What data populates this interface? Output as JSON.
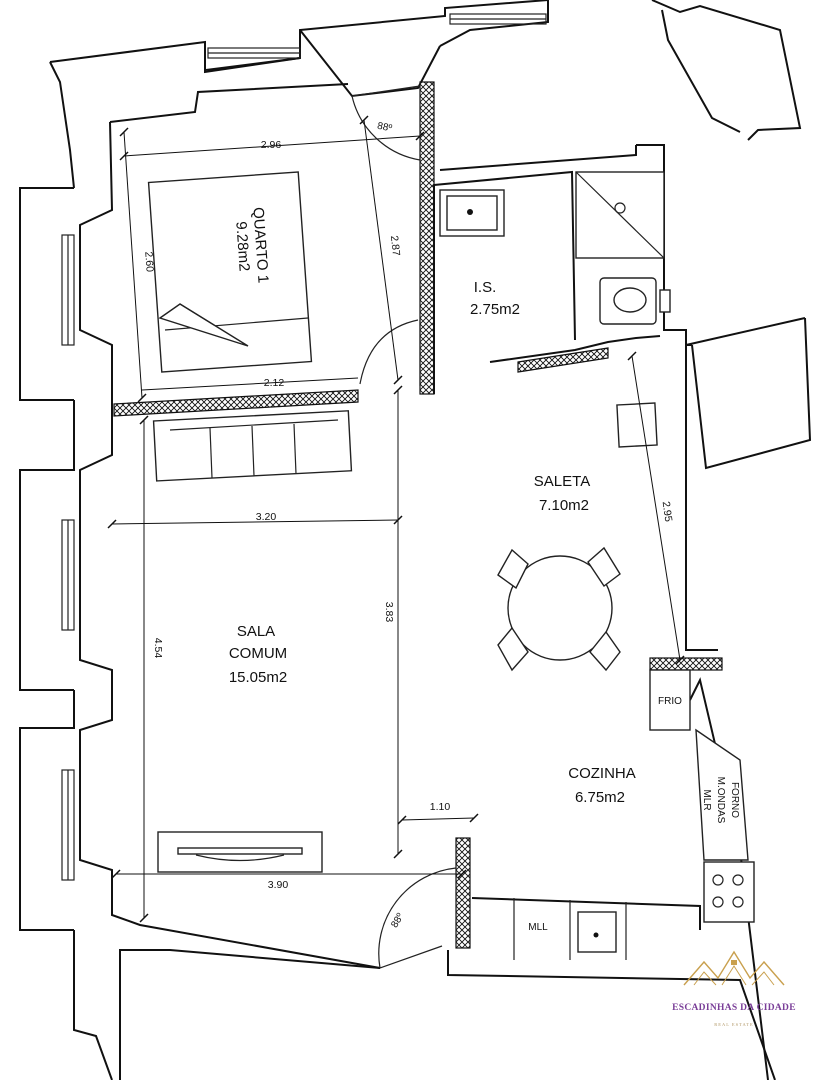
{
  "rooms": {
    "quarto1": {
      "name": "QUARTO 1",
      "area": "9.28m2"
    },
    "is": {
      "name": "I.S.",
      "area": "2.75m2"
    },
    "saleta": {
      "name": "SALETA",
      "area": "7.10m2"
    },
    "sala": {
      "line1": "SALA",
      "line2": "COMUM",
      "area": "15.05m2"
    },
    "cozinha": {
      "name": "COZINHA",
      "area": "6.75m2"
    }
  },
  "dimensions": {
    "d_296": "2.96",
    "d_287": "2.87",
    "d_260": "2.60",
    "d_212": "2.12",
    "d_320": "3.20",
    "d_383": "3.83",
    "d_454": "4.54",
    "d_295": "2.95",
    "d_110": "1.10",
    "d_390": "3.90"
  },
  "door_angles": {
    "top": "88º",
    "bottom": "88º"
  },
  "appliances": {
    "frio": "FRIO",
    "forno": "FORNO",
    "m_ondas": "M.ONDAS",
    "mlr": "MLR",
    "mll": "MLL"
  },
  "brand": {
    "name": "ESCADINHAS DA CIDADE",
    "tagline": "REAL ESTATE",
    "gold": "#c9a04e",
    "purple": "#7a3e98"
  }
}
